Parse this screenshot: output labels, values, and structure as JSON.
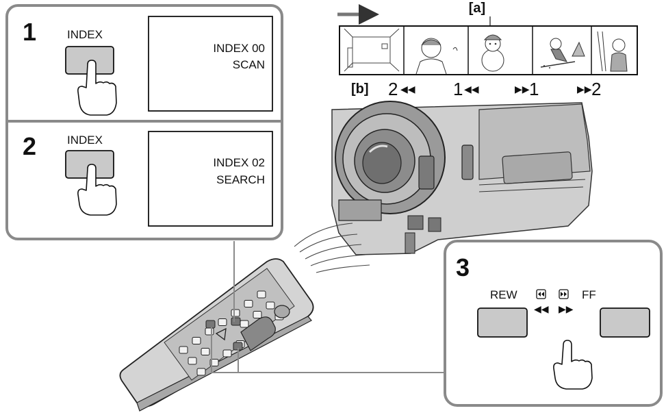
{
  "step1": {
    "number": "1",
    "button_label": "INDEX",
    "screen_line1": "INDEX 00",
    "screen_line2": "SCAN"
  },
  "step2": {
    "number": "2",
    "button_label": "INDEX",
    "screen_line1": "INDEX 02",
    "screen_line2": "SEARCH"
  },
  "step3": {
    "number": "3",
    "rew_label": "REW",
    "ff_label": "FF"
  },
  "tape": {
    "label_a": "[a]",
    "label_b": "[b]",
    "speed_labels": [
      "2",
      "1",
      "1",
      "2"
    ]
  },
  "colors": {
    "button_fill": "#c9c9c9",
    "panel_border": "#8a8a8a",
    "panel_bg": "#ffffff",
    "remote_body": "#d4d4d4"
  }
}
